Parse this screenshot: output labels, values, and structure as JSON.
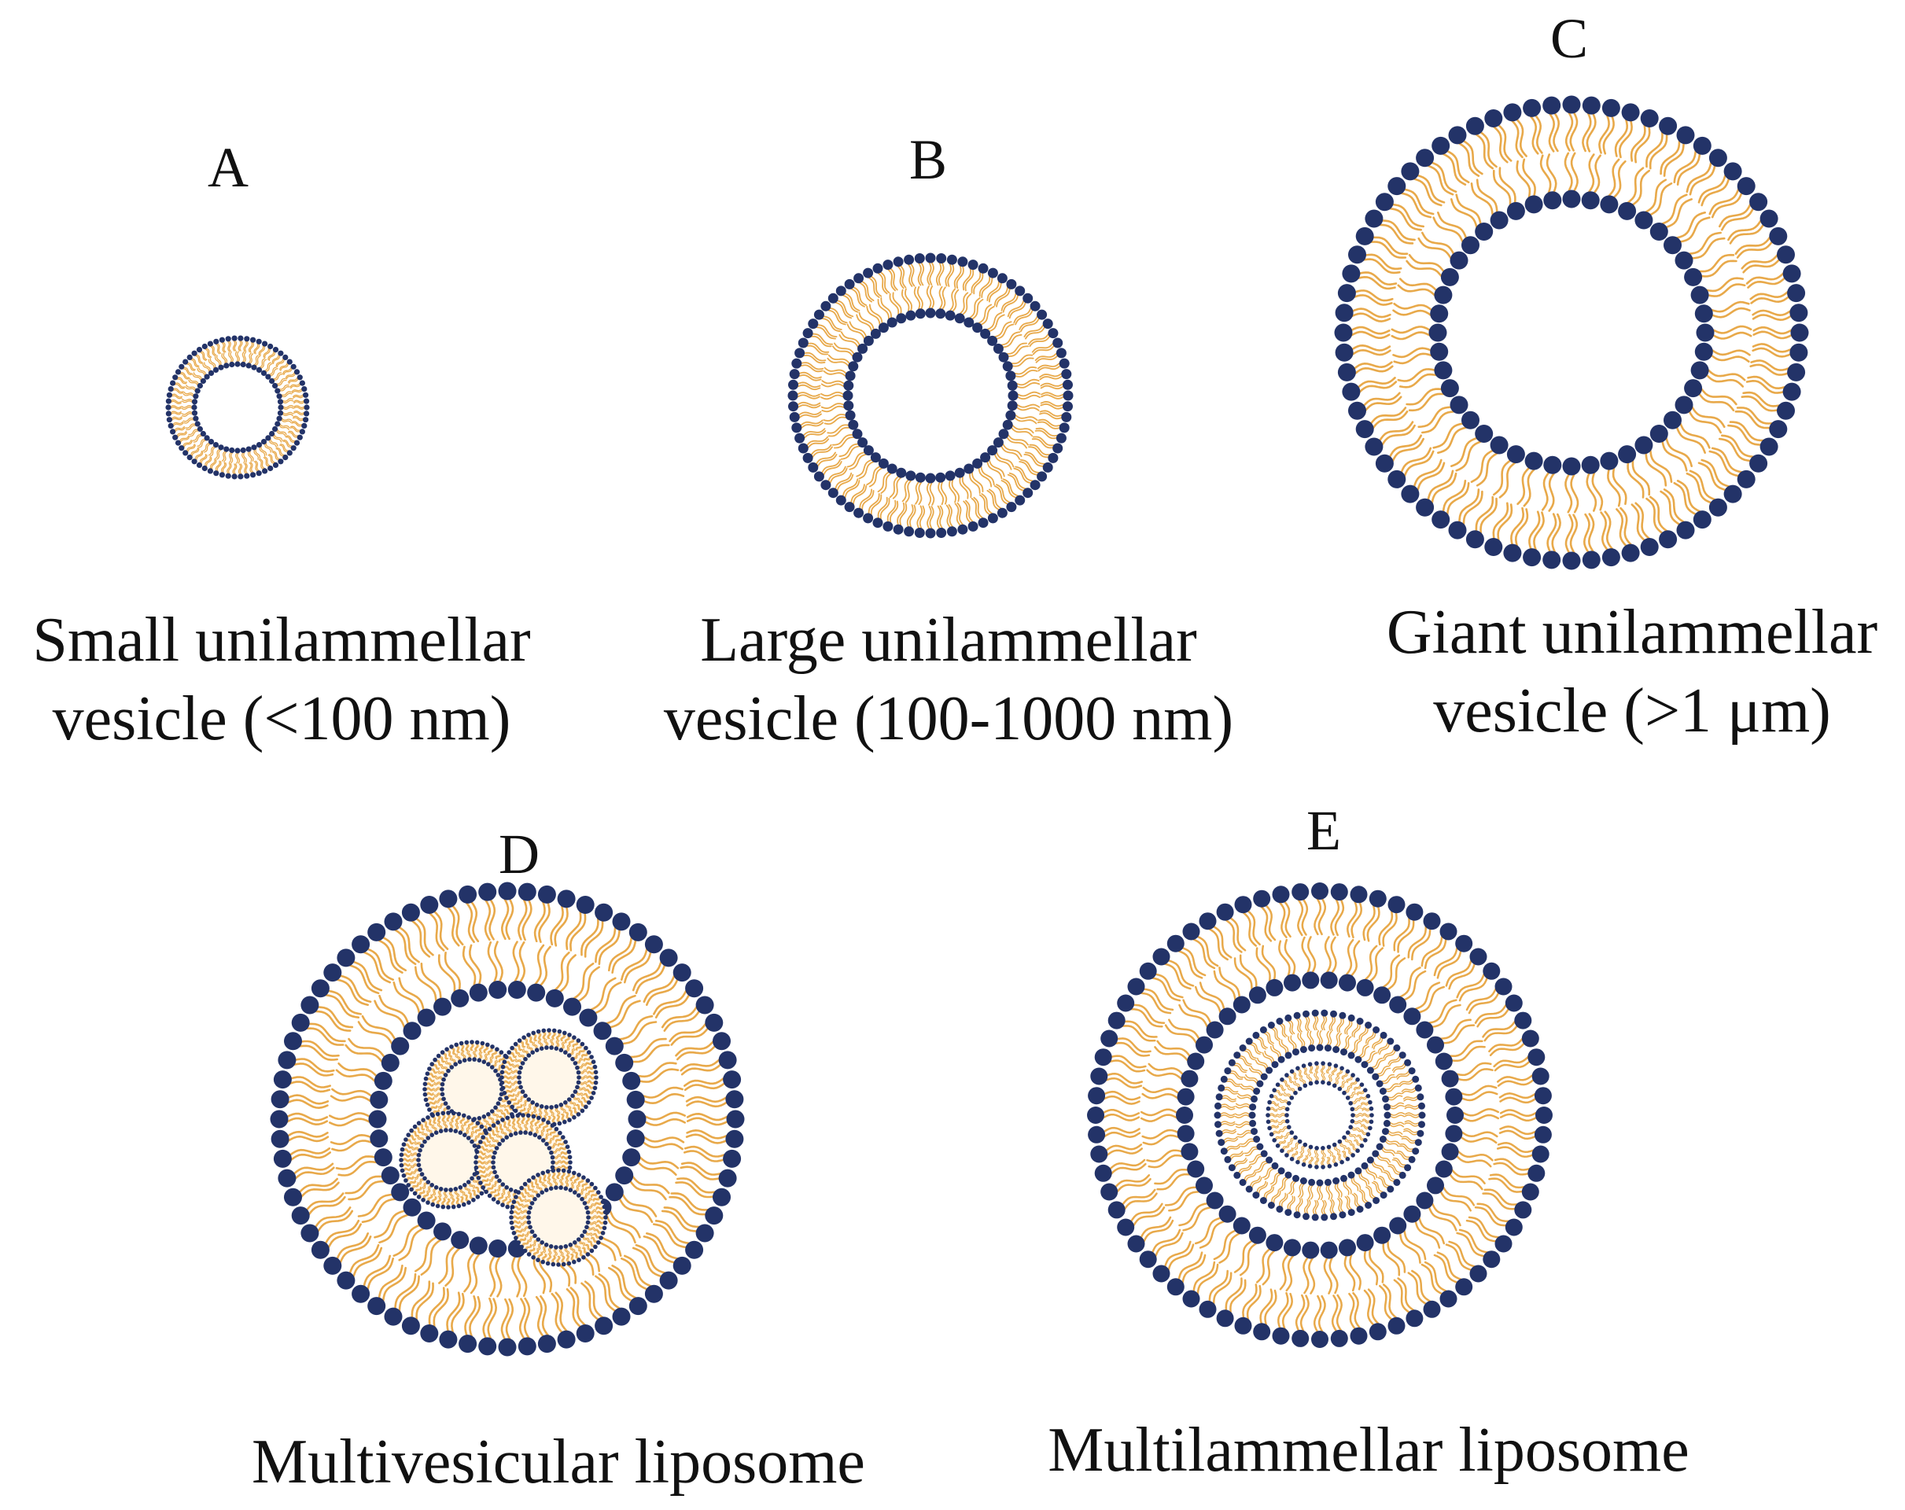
{
  "colors": {
    "head": "#233368",
    "tail": "#e8a94a",
    "core": "#fff7ea",
    "background": "#ffffff"
  },
  "panels": [
    {
      "letter": "A",
      "caption": [
        "Small unilammellar",
        "vesicle (<100 nm)"
      ],
      "structure": "unilamellar"
    },
    {
      "letter": "B",
      "caption": [
        "Large unilammellar",
        "vesicle (100-1000 nm)"
      ],
      "structure": "unilamellar"
    },
    {
      "letter": "C",
      "caption": [
        "Giant unilammellar",
        "vesicle (>1 μm)"
      ],
      "structure": "unilamellar"
    },
    {
      "letter": "D",
      "caption": [
        "Multivesicular liposome"
      ],
      "structure": "multivesicular"
    },
    {
      "letter": "E",
      "caption": [
        "Multilammellar liposome"
      ],
      "structure": "multilamellar"
    }
  ]
}
